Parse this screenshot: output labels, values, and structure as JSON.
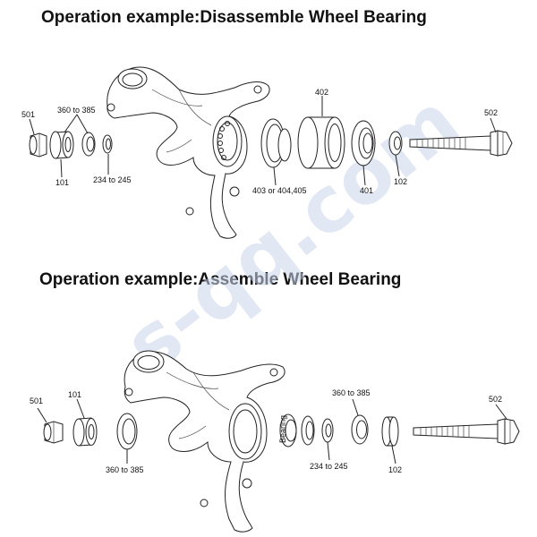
{
  "titles": {
    "disassemble": "Operation example:Disassemble Wheel Bearing",
    "assemble": "Operation example:Assemble Wheel Bearing"
  },
  "watermark": "s-qq.com",
  "part_stamp": "Bearing",
  "disassemble_labels": {
    "p501": "501",
    "p360": "360 to 385",
    "p101": "101",
    "p234": "234 to 245",
    "p402": "402",
    "p403": "403 or 404,405",
    "p401": "401",
    "p102": "102",
    "p502": "502"
  },
  "assemble_labels": {
    "p501": "501",
    "p101": "101",
    "p360a": "360 to 385",
    "p234": "234 to 245",
    "p360b": "360 to 385",
    "p102": "102",
    "p502": "502"
  }
}
